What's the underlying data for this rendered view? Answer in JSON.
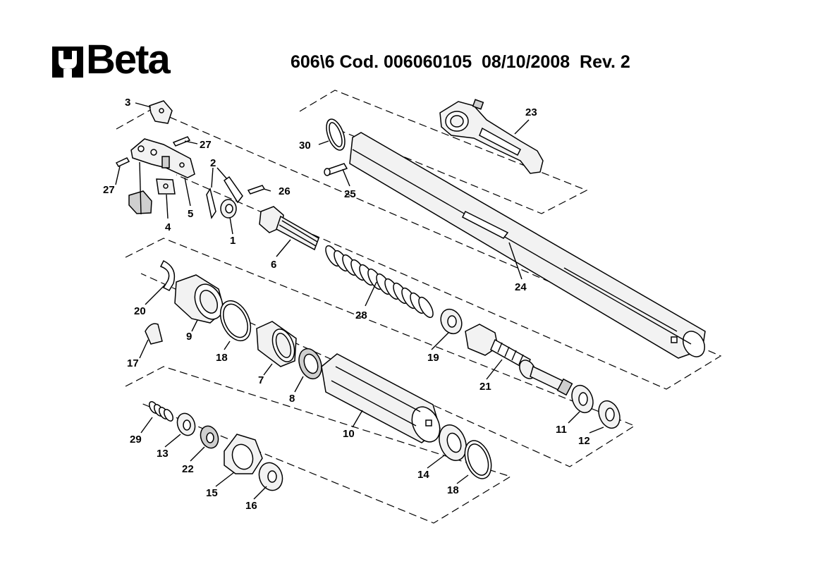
{
  "header": {
    "brand": "Beta",
    "doc_title": "606\\6 Cod. 006060105  08/10/2008  Rev. 2"
  },
  "parts": {
    "p1": "1",
    "p2": "2",
    "p3": "3",
    "p4": "4",
    "p5": "5",
    "p6": "6",
    "p7": "7",
    "p8": "8",
    "p9": "9",
    "p10": "10",
    "p11": "11",
    "p12": "12",
    "p13": "13",
    "p14": "14",
    "p15": "15",
    "p16": "16",
    "p17": "17",
    "p18a": "18",
    "p18b": "18",
    "p19": "19",
    "p20": "20",
    "p21": "21",
    "p22": "22",
    "p23": "23",
    "p24": "24",
    "p25": "25",
    "p26": "26",
    "p27a": "27",
    "p27b": "27",
    "p28": "28",
    "p29": "29",
    "p30": "30"
  }
}
